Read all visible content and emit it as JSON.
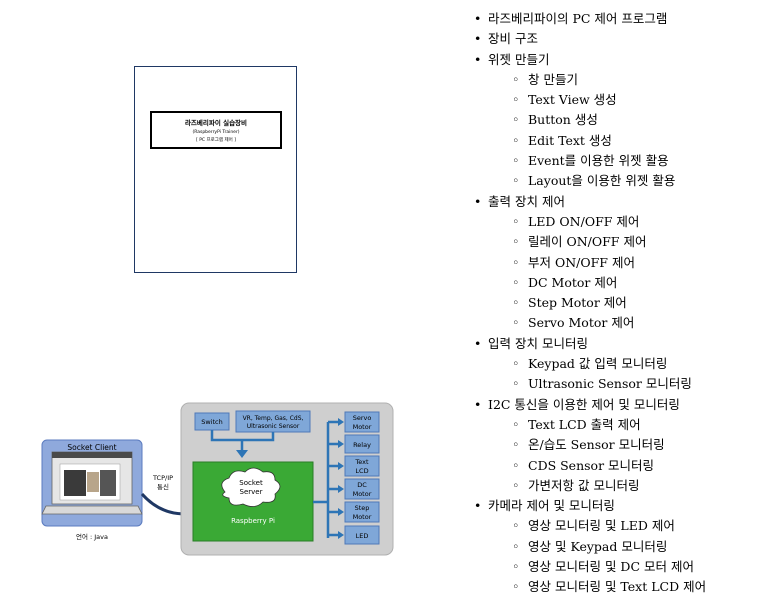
{
  "cover": {
    "title": "라즈베리파이 실습장비",
    "subtitle": "(RaspberryPi Trainer)",
    "subtitle2": "[ PC 프로그램 제어 ]"
  },
  "diagram": {
    "client_title": "Socket Client",
    "language": "언어 : Java",
    "link_label_1": "TCP/IP",
    "link_label_2": "통신",
    "switch": "Switch",
    "sensors_1": "VR, Temp, Gas, CdS,",
    "sensors_2": "Ultrasonic Sensor",
    "cloud_1": "Socket",
    "cloud_2": "Server",
    "board": "Raspberry Pi",
    "outputs": [
      {
        "line1": "Servo",
        "line2": "Motor"
      },
      {
        "line1": "Relay",
        "line2": ""
      },
      {
        "line1": "Text",
        "line2": "LCD"
      },
      {
        "line1": "DC",
        "line2": "Motor"
      },
      {
        "line1": "Step",
        "line2": "Motor"
      },
      {
        "line1": "LED",
        "line2": ""
      }
    ],
    "colors": {
      "panel": "#cfcfcf",
      "blue_box": "#7fa7d8",
      "green": "#3aa935",
      "laptop": "#8fa9dc",
      "arrow": "#2e75b6"
    }
  },
  "outline": [
    {
      "text": "라즈베리파이의 PC 제어 프로그램",
      "level": 1
    },
    {
      "text": "장비 구조",
      "level": 1
    },
    {
      "text": "위젯 만들기",
      "level": 1
    },
    {
      "text": "창 만들기",
      "level": 2
    },
    {
      "text": "Text View 생성",
      "level": 2
    },
    {
      "text": "Button 생성",
      "level": 2
    },
    {
      "text": "Edit Text 생성",
      "level": 2
    },
    {
      "text": "Event를 이용한 위젯 활용",
      "level": 2
    },
    {
      "text": "Layout을 이용한 위젯 활용",
      "level": 2
    },
    {
      "text": "출력 장치 제어",
      "level": 1
    },
    {
      "text": "LED ON/OFF 제어",
      "level": 2
    },
    {
      "text": "릴레이 ON/OFF 제어",
      "level": 2
    },
    {
      "text": "부저 ON/OFF 제어",
      "level": 2
    },
    {
      "text": "DC Motor 제어",
      "level": 2
    },
    {
      "text": "Step Motor 제어",
      "level": 2
    },
    {
      "text": "Servo Motor 제어",
      "level": 2
    },
    {
      "text": "입력 장치 모니터링",
      "level": 1
    },
    {
      "text": "Keypad 값 입력 모니터링",
      "level": 2
    },
    {
      "text": "Ultrasonic Sensor 모니터링",
      "level": 2
    },
    {
      "text": "I2C 통신을 이용한 제어 및 모니터링",
      "level": 1
    },
    {
      "text": "Text LCD 출력 제어",
      "level": 2
    },
    {
      "text": "온/습도 Sensor 모니터링",
      "level": 2
    },
    {
      "text": "CDS Sensor 모니터링",
      "level": 2
    },
    {
      "text": "가변저항 값 모니터링",
      "level": 2
    },
    {
      "text": "카메라 제어 및 모니터링",
      "level": 1
    },
    {
      "text": "영상 모니터링 및 LED 제어",
      "level": 2
    },
    {
      "text": "영상 및 Keypad 모니터링",
      "level": 2
    },
    {
      "text": "영상 모니터링 및 DC 모터 제어",
      "level": 2
    },
    {
      "text": "영상 모니터링 및 Text LCD 제어",
      "level": 2
    }
  ]
}
